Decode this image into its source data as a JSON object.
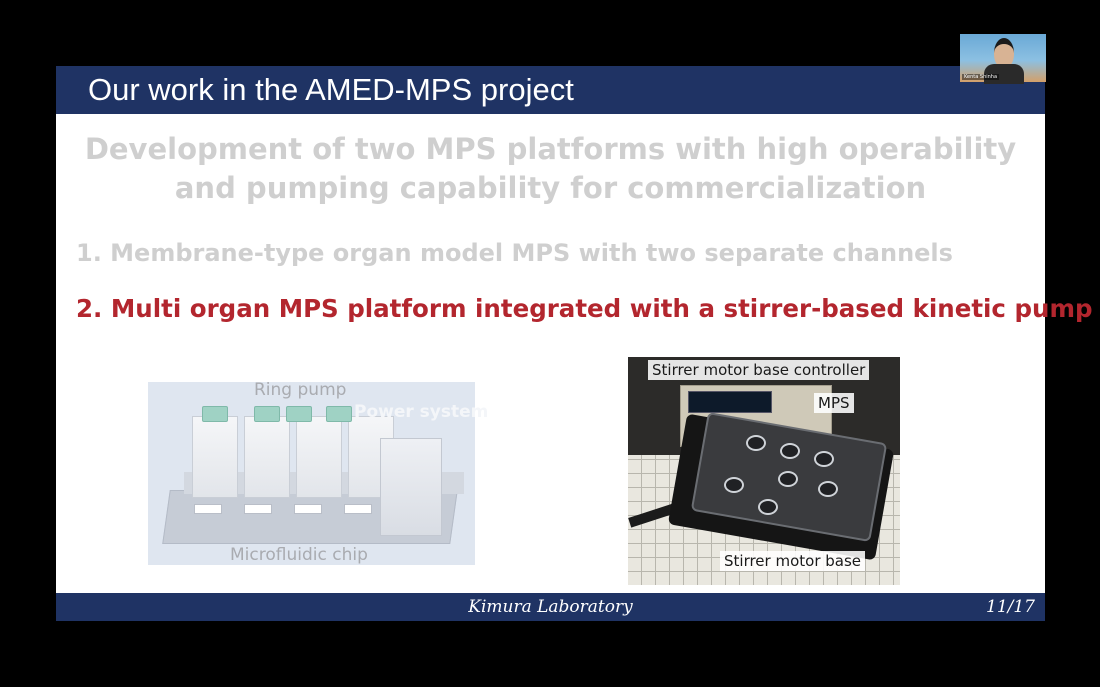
{
  "slide": {
    "title": "Our work in the AMED-MPS project",
    "heading_line1": "Development of two MPS platforms with high operability",
    "heading_line2": "and pumping capability for commercialization",
    "points": [
      "1. Membrane-type organ model MPS with two separate channels",
      "2. Multi organ MPS platform integrated with a stirrer-based kinetic pump"
    ],
    "left_figure": {
      "labels": {
        "ring_pump": "Ring pump",
        "power_system": "Power system",
        "microfluidic_chip": "Microfluidic chip"
      }
    },
    "right_figure": {
      "labels": {
        "controller": "Stirrer motor base controller",
        "mps": "MPS",
        "motor_base": "Stirrer motor base"
      }
    },
    "footer": {
      "lab": "Kimura Laboratory",
      "page": "11/17"
    }
  },
  "webcam": {
    "name": "Kenta Shinha"
  },
  "colors": {
    "title_bar": "#1f3364",
    "highlight_red": "#b3262e",
    "faded_gray": "#cfcfcf"
  }
}
